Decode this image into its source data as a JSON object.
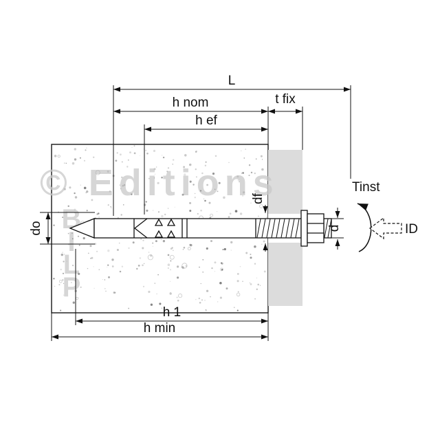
{
  "watermark": {
    "horizontal": "© Editions",
    "vertical": "BILP"
  },
  "dim_labels": {
    "L": "L",
    "h_nom": "h nom",
    "t_fix": "t fix",
    "h_ef": "h ef",
    "h1": "h 1",
    "h_min": "h min",
    "d_o": "do",
    "d_f": "df",
    "d": "d"
  },
  "annotations": {
    "torque": "Tinst",
    "inner_diameter": "ID"
  },
  "colors": {
    "line": "#111111",
    "fixture": "#dcdcdc",
    "watermark": "#c9c9c9",
    "background": "#ffffff"
  }
}
